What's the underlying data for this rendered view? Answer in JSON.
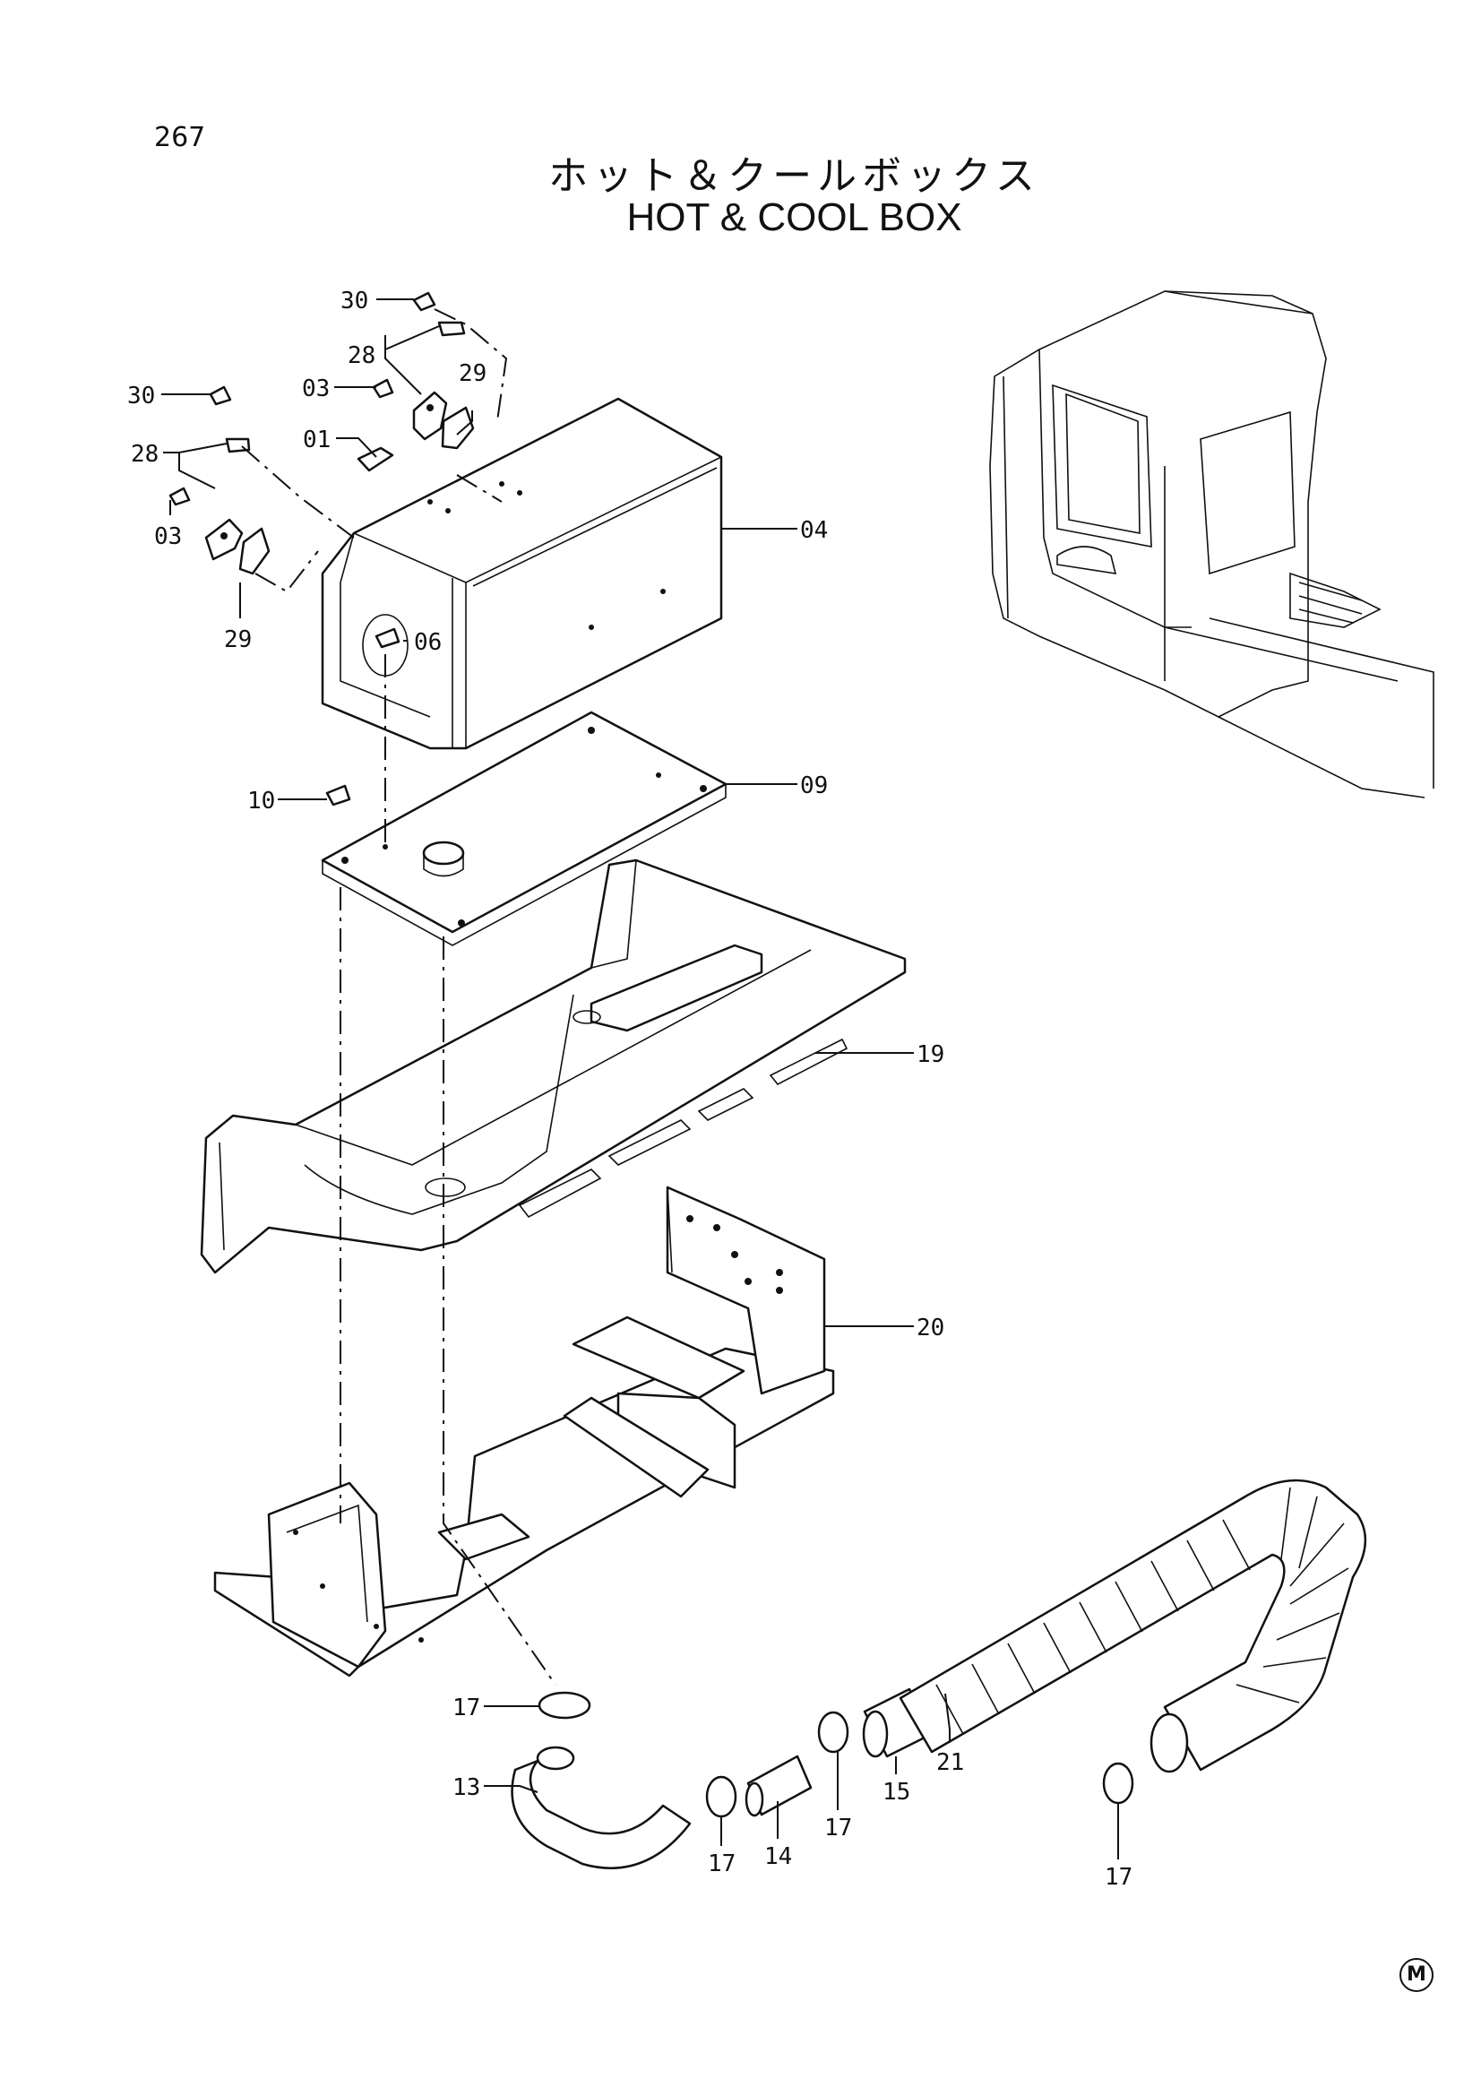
{
  "page_number": "267",
  "title_ja": "ホット＆クールボックス",
  "title_en": "HOT & COOL  BOX",
  "mark": "M",
  "callouts": [
    {
      "id": "c30a",
      "text": "30"
    },
    {
      "id": "c28a",
      "text": "28"
    },
    {
      "id": "c03a",
      "text": "03"
    },
    {
      "id": "c29a",
      "text": "29"
    },
    {
      "id": "c30b",
      "text": "30"
    },
    {
      "id": "c01",
      "text": "01"
    },
    {
      "id": "c28b",
      "text": "28"
    },
    {
      "id": "c03b",
      "text": "03"
    },
    {
      "id": "c29b",
      "text": "29"
    },
    {
      "id": "c04",
      "text": "04"
    },
    {
      "id": "c06",
      "text": "06"
    },
    {
      "id": "c09",
      "text": "09"
    },
    {
      "id": "c10",
      "text": "10"
    },
    {
      "id": "c19",
      "text": "19"
    },
    {
      "id": "c20",
      "text": "20"
    },
    {
      "id": "c17a",
      "text": "17"
    },
    {
      "id": "c13",
      "text": "13"
    },
    {
      "id": "c17b",
      "text": "17"
    },
    {
      "id": "c14",
      "text": "14"
    },
    {
      "id": "c17c",
      "text": "17"
    },
    {
      "id": "c15",
      "text": "15"
    },
    {
      "id": "c21",
      "text": "21"
    },
    {
      "id": "c17d",
      "text": "17"
    }
  ]
}
